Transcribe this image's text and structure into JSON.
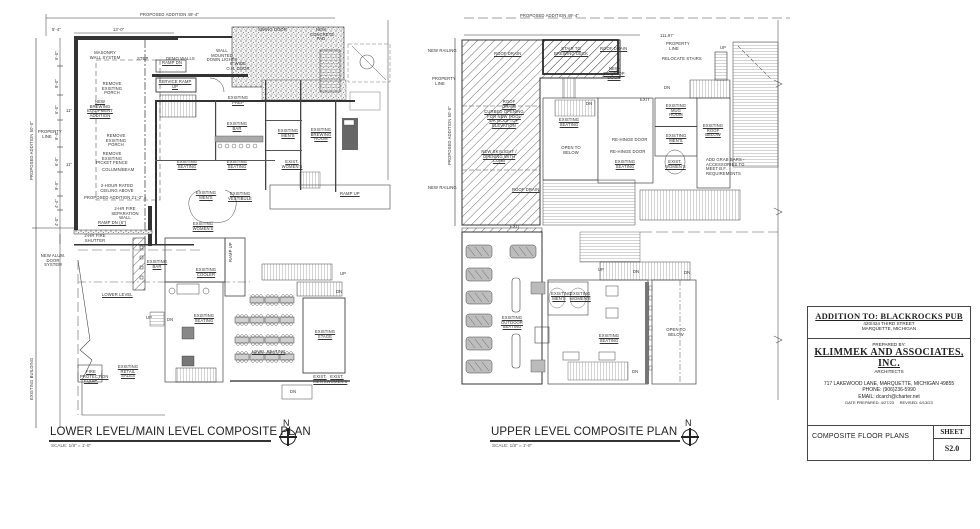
{
  "sheet": {
    "number": "S2.0",
    "sheet_label": "SHEET",
    "sheet_title": "COMPOSITE FLOOR PLANS"
  },
  "title_block": {
    "project_title": "ADDITION TO: BLACKROCKS PUB",
    "project_address_1": "420/424 THIRD STREET",
    "project_address_2": "MARQUETTE, MICHIGAN",
    "prepared_by_label": "PREPARED BY:",
    "firm_name": "KLIMMEK AND ASSOCIATES, INC.",
    "firm_type": "ARCHITECTS",
    "firm_address": "717 LAKEWOOD LANE, MARQUETTE, MICHIGAN   49855",
    "phone": "PHONE: (906)236-5990",
    "email": "EMAIL: dcarch@charter.net",
    "date_prepared": "DATE PREPARED: 4/27/23",
    "date_revised": "REVISED: 6/13/23"
  },
  "plans": [
    {
      "title": "LOWER LEVEL/MAIN LEVEL COMPOSITE PLAN",
      "scale": "SCALE: 1/8\" = 1'-0\"",
      "north_label": "N",
      "dimensions": {
        "top_overall": "PROPOSED ADDITION 49'-4\"",
        "top_seg_1": "5'-4\"",
        "top_seg_2": "13'-0\"",
        "side_overall": "PROPOSED ADDITION 50'-0\"",
        "side_segs": [
          "6'-0\"",
          "9'-0\"",
          "6'-0\"",
          "9'-0\"",
          "6'-0\"",
          "9'-0\"",
          "4'-4\"",
          "4'-0\""
        ],
        "inner_addition": "PROPOSED ADDITION 21'-2\" ±",
        "existing_building": "EXISTING BUILDING",
        "eleven_in_1": "11\"",
        "eleven_in_2": "11\""
      },
      "notes": [
        "MASONRY WALL SYSTEM",
        "STEP",
        "DEMO WALLS",
        "WALL MOUNTED DOWN LIGHTS",
        "6' WIDE O.H. DOOR",
        "SWING DOOR",
        "NEW CONCRETE PAD",
        "RAMP DN",
        "SERVICE RAMP UP",
        "REMOVE EXISTING PORCH",
        "NEW BREWING EQUIPMENT ADDITION",
        "REMOVE EXISTING PORCH",
        "REMOVE EXISTING PICKET FENCE",
        "COLUMN/BEAM",
        "2-HOUR RATED CEILING ABOVE",
        "2-HR FIRE SEPARATION WALL",
        "RAMP DN (6\")",
        "2-HR FIRE SHUTTER",
        "NEW ALUM. DOOR SYSTEM",
        "PROPERTY LINE",
        "RAMP UP",
        "RAMP UP",
        "UP",
        "DN",
        "UP",
        "DN",
        "DN"
      ],
      "rooms": [
        "EXISTING PREP",
        "EXISTING BAR",
        "EXISTING SEATING",
        "EXISTING SEATING",
        "EXISTING MEN'S",
        "EXISTING WOMEN'S",
        "EXISTING VESTIBULE",
        "EXIST. WOMEN'S",
        "EXISTING MEN'S",
        "EXISTING BREWING ROOM",
        "EXISTING BAR",
        "EXISTING COOLER",
        "LOWER LEVEL",
        "EXISTING SEATING",
        "EXISTING RETAIL SALES",
        "FIRE PROTECTION EQUIP.",
        "EXISTING STAGE",
        "LEVEL SEATING",
        "EXIST. MEN'S",
        "EXIST. WOMEN'S"
      ]
    },
    {
      "title": "UPPER LEVEL COMPOSITE PLAN",
      "scale": "SCALE: 1/8\" = 1'-0\"",
      "north_label": "N",
      "dimensions": {
        "top_overall": "PROPOSED ADDITION 49'-4\"",
        "side_overall": "PROPOSED ADDITION 50'-0\"",
        "property_offset": "111.97'"
      },
      "notes": [
        "NEW RAILING",
        "PROPERTY LINE",
        "NEW RAILING",
        "ROOF DRAIN",
        "STAIR TO BREWING DECK",
        "ROOF DRAIN",
        "NEW ROOFTOP DOOR",
        "ROOF DRAIN",
        "CURBED OPENING FOR NEW POOL OR ROOFTOP ELEVATION",
        "NEW SKYLIGHT / OPENING WITH CURB",
        "ROOF DRAIN",
        "RELOCATE STAIRS",
        "PROPERTY LINE",
        "EXIT",
        "EXIT",
        "RE-HINGE DOOR",
        "RE-HINGE DOOR",
        "ADD GRAB BARS - ACCESSORIES TO MEET B.F. REQUIREMENTS",
        "UP",
        "DN",
        "DN",
        "UP",
        "DN",
        "DN",
        "DN"
      ],
      "rooms": [
        "EXISTING SEATING",
        "OPEN TO BELOW",
        "EXISTING SEATING",
        "EXISTING MUG ROOM",
        "EXISTING MEN'S",
        "EXIST. WOMEN'S",
        "EXISTING ROOF BELOW",
        "EXISTING OUTDOOR SEATING",
        "EXISTING MEN'S",
        "EXISTING WOMEN'S",
        "EXISTING SEATING",
        "OPEN TO BELOW"
      ]
    }
  ]
}
